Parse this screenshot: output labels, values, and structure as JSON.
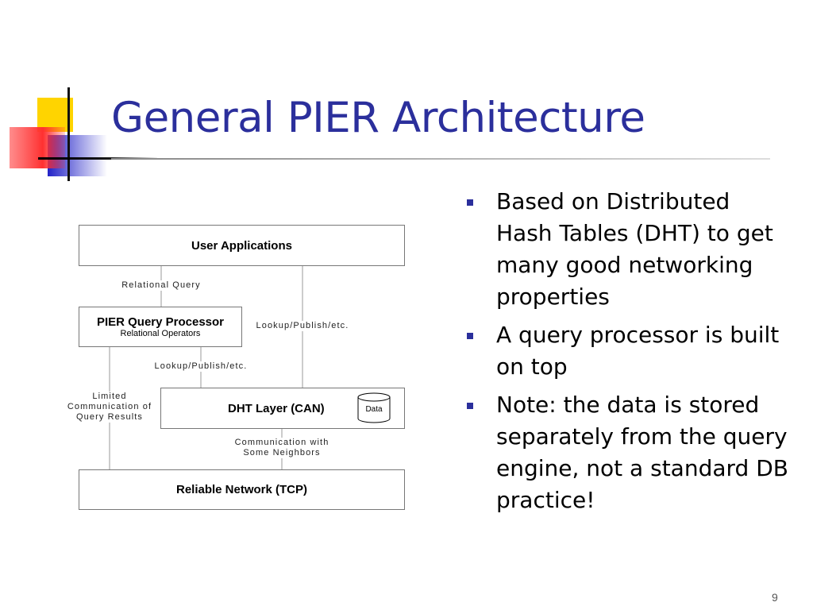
{
  "slide": {
    "title": "General PIER Architecture",
    "page_number": "9",
    "accent_color": "#2b2f9c"
  },
  "bullets": [
    "Based on Distributed Hash Tables (DHT) to get many good networking properties",
    "A query processor is built on top",
    "Note: the data is stored separately from the query engine, not a standard DB practice!"
  ],
  "diagram": {
    "user_applications": "User Applications",
    "query_processor": "PIER Query Processor",
    "query_processor_sub": "Relational Operators",
    "dht_layer": "DHT Layer (CAN)",
    "data_store": "Data",
    "network": "Reliable Network (TCP)",
    "edge_relational_query": "Relational Query",
    "edge_lookup_right": "Lookup/Publish/etc.",
    "edge_lookup_middle": "Lookup/Publish/etc.",
    "edge_limited": [
      "Limited",
      "Communication of",
      "Query Results"
    ],
    "edge_neighbors": [
      "Communication with",
      "Some Neighbors"
    ]
  }
}
